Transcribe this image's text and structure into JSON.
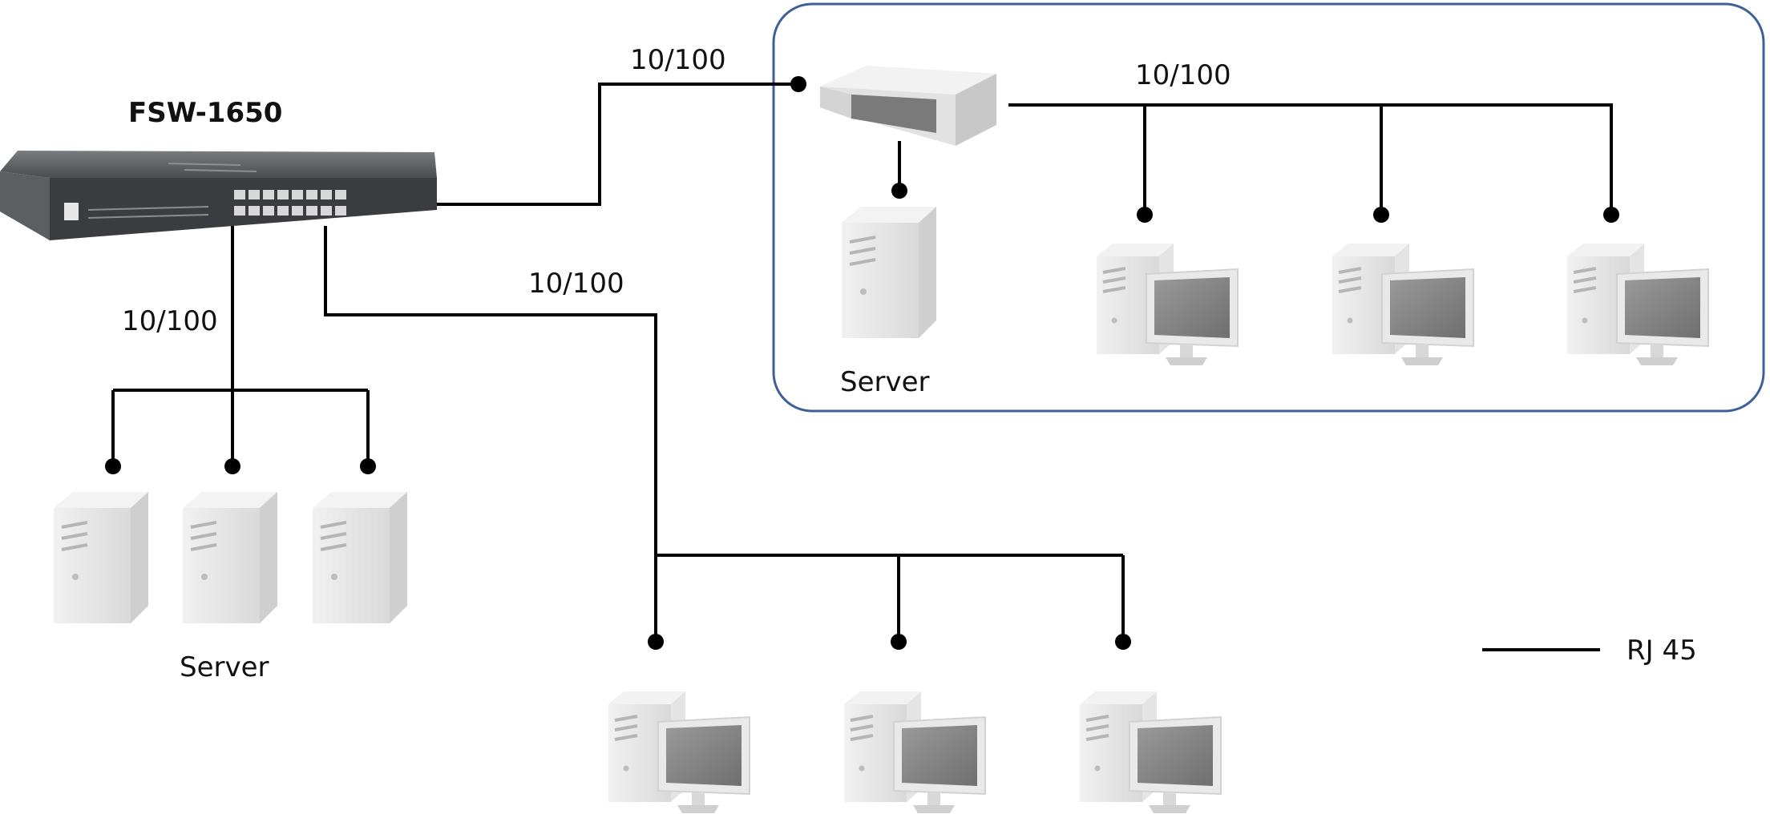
{
  "switch": {
    "model_label": "FSW-1650",
    "icon": "network-switch-icon"
  },
  "links": {
    "uplink_speed": "10/100",
    "server_group_speed": "10/100",
    "workstation_group_speed": "10/100",
    "remote_segment_speed": "10/100"
  },
  "server_group": {
    "label": "Server",
    "count": 3,
    "icon": "server-tower-icon"
  },
  "remote_segment": {
    "server_label": "Server",
    "workstation_count": 3,
    "hub_icon": "network-hub-icon",
    "border_color": "#3f5f99"
  },
  "workstation_group": {
    "count": 3,
    "icon": "desktop-computer-icon"
  },
  "legend": {
    "label": "RJ 45",
    "icon": "cable-line-icon"
  }
}
